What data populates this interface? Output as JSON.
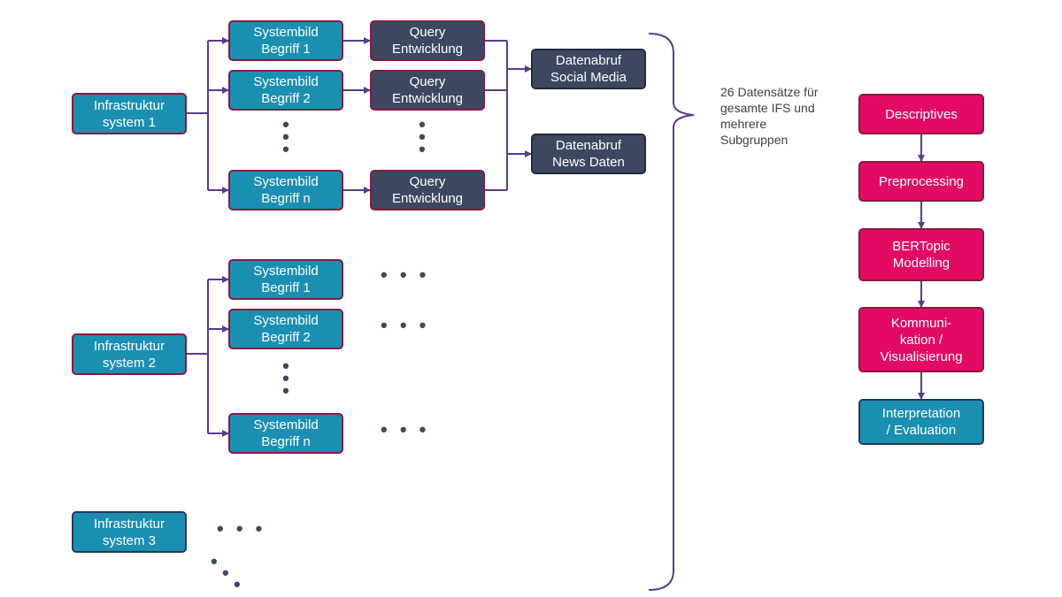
{
  "infrastructure": [
    {
      "label": "Infrastruktur\nsystem 1"
    },
    {
      "label": "Infrastruktur\nsystem 2"
    },
    {
      "label": "Infrastruktur\nsystem 3"
    }
  ],
  "group1": {
    "terms": [
      "Systembild\nBegriff 1",
      "Systembild\nBegriff 2",
      "Systembild\nBegriff n"
    ],
    "queries": [
      "Query\nEntwicklung",
      "Query\nEntwicklung",
      "Query\nEntwicklung"
    ]
  },
  "group2": {
    "terms": [
      "Systembild\nBegriff 1",
      "Systembild\nBegriff 2",
      "Systembild\nBegriff n"
    ]
  },
  "data_sources": [
    "Datenabruf\nSocial Media",
    "Datenabruf\nNews Daten"
  ],
  "datasets_note": "26 Datensätze für\ngesamte IFS und\nmehrere\nSubgruppen",
  "pipeline": [
    {
      "label": "Descriptives",
      "style": "pink"
    },
    {
      "label": "Preprocessing",
      "style": "pink"
    },
    {
      "label": "BERTopic\nModelling",
      "style": "pink"
    },
    {
      "label": "Kommuni-\nkation /\nVisualisierung",
      "style": "pink"
    },
    {
      "label": "Interpretation\n/ Evaluation",
      "style": "teal"
    }
  ],
  "colors": {
    "teal": "#1a8fb2",
    "navy": "#3d4860",
    "pink": "#e30a63",
    "connector": "#5b3b8c",
    "border": "#8a1a3e"
  },
  "ellipsis": {
    "horizontal": "• • •",
    "vertical": "•\n•\n•",
    "diagonal": "•"
  }
}
